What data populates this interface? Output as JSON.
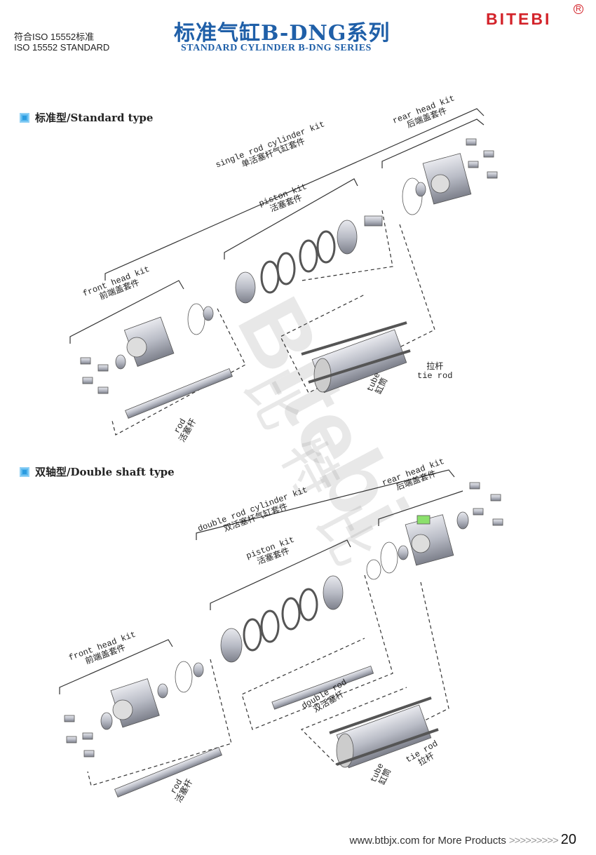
{
  "header": {
    "standard_cn": "符合ISO 15552标准",
    "standard_en": "ISO 15552  STANDARD",
    "title_cn": "标准气缸B-DNG系列",
    "title_en": "STANDARD CYLINDER B-DNG SERIES",
    "brand": "BITEBI",
    "registered": "R"
  },
  "watermark": {
    "latin": "Bitebi",
    "cn": "比特比"
  },
  "sections": [
    {
      "title": "标准型/Standard type",
      "labels": {
        "kit": [
          "single rod cylinder kit",
          "单活塞杆气缸套件"
        ],
        "piston": [
          "piston kit",
          "活塞套件"
        ],
        "rear": [
          "rear head kit",
          "后端盖套件"
        ],
        "front": [
          "front head kit",
          "前端盖套件"
        ],
        "tie_rod": [
          "拉杆",
          "tie rod"
        ],
        "tube": [
          "tube",
          "缸筒"
        ],
        "rod": [
          "rod",
          "活塞杆"
        ]
      }
    },
    {
      "title": "双轴型/Double shaft type",
      "labels": {
        "kit": [
          "double rod cylinder kit",
          "双活塞杆气缸套件"
        ],
        "piston": [
          "piston kit",
          "活塞套件"
        ],
        "rear": [
          "rear head kit",
          "后端盖套件"
        ],
        "front": [
          "front head kit",
          "前端盖套件"
        ],
        "double_rod": [
          "double rod",
          "双活塞杆"
        ],
        "tube": [
          "tube",
          "缸筒"
        ],
        "tie_rod": [
          "tie rod",
          "拉杆"
        ],
        "rod": [
          "rod",
          "活塞杆"
        ]
      }
    }
  ],
  "footer": {
    "text": "www.btbjx.com for More Products",
    "arrows": ">>>>>>>>>",
    "page": "20"
  }
}
